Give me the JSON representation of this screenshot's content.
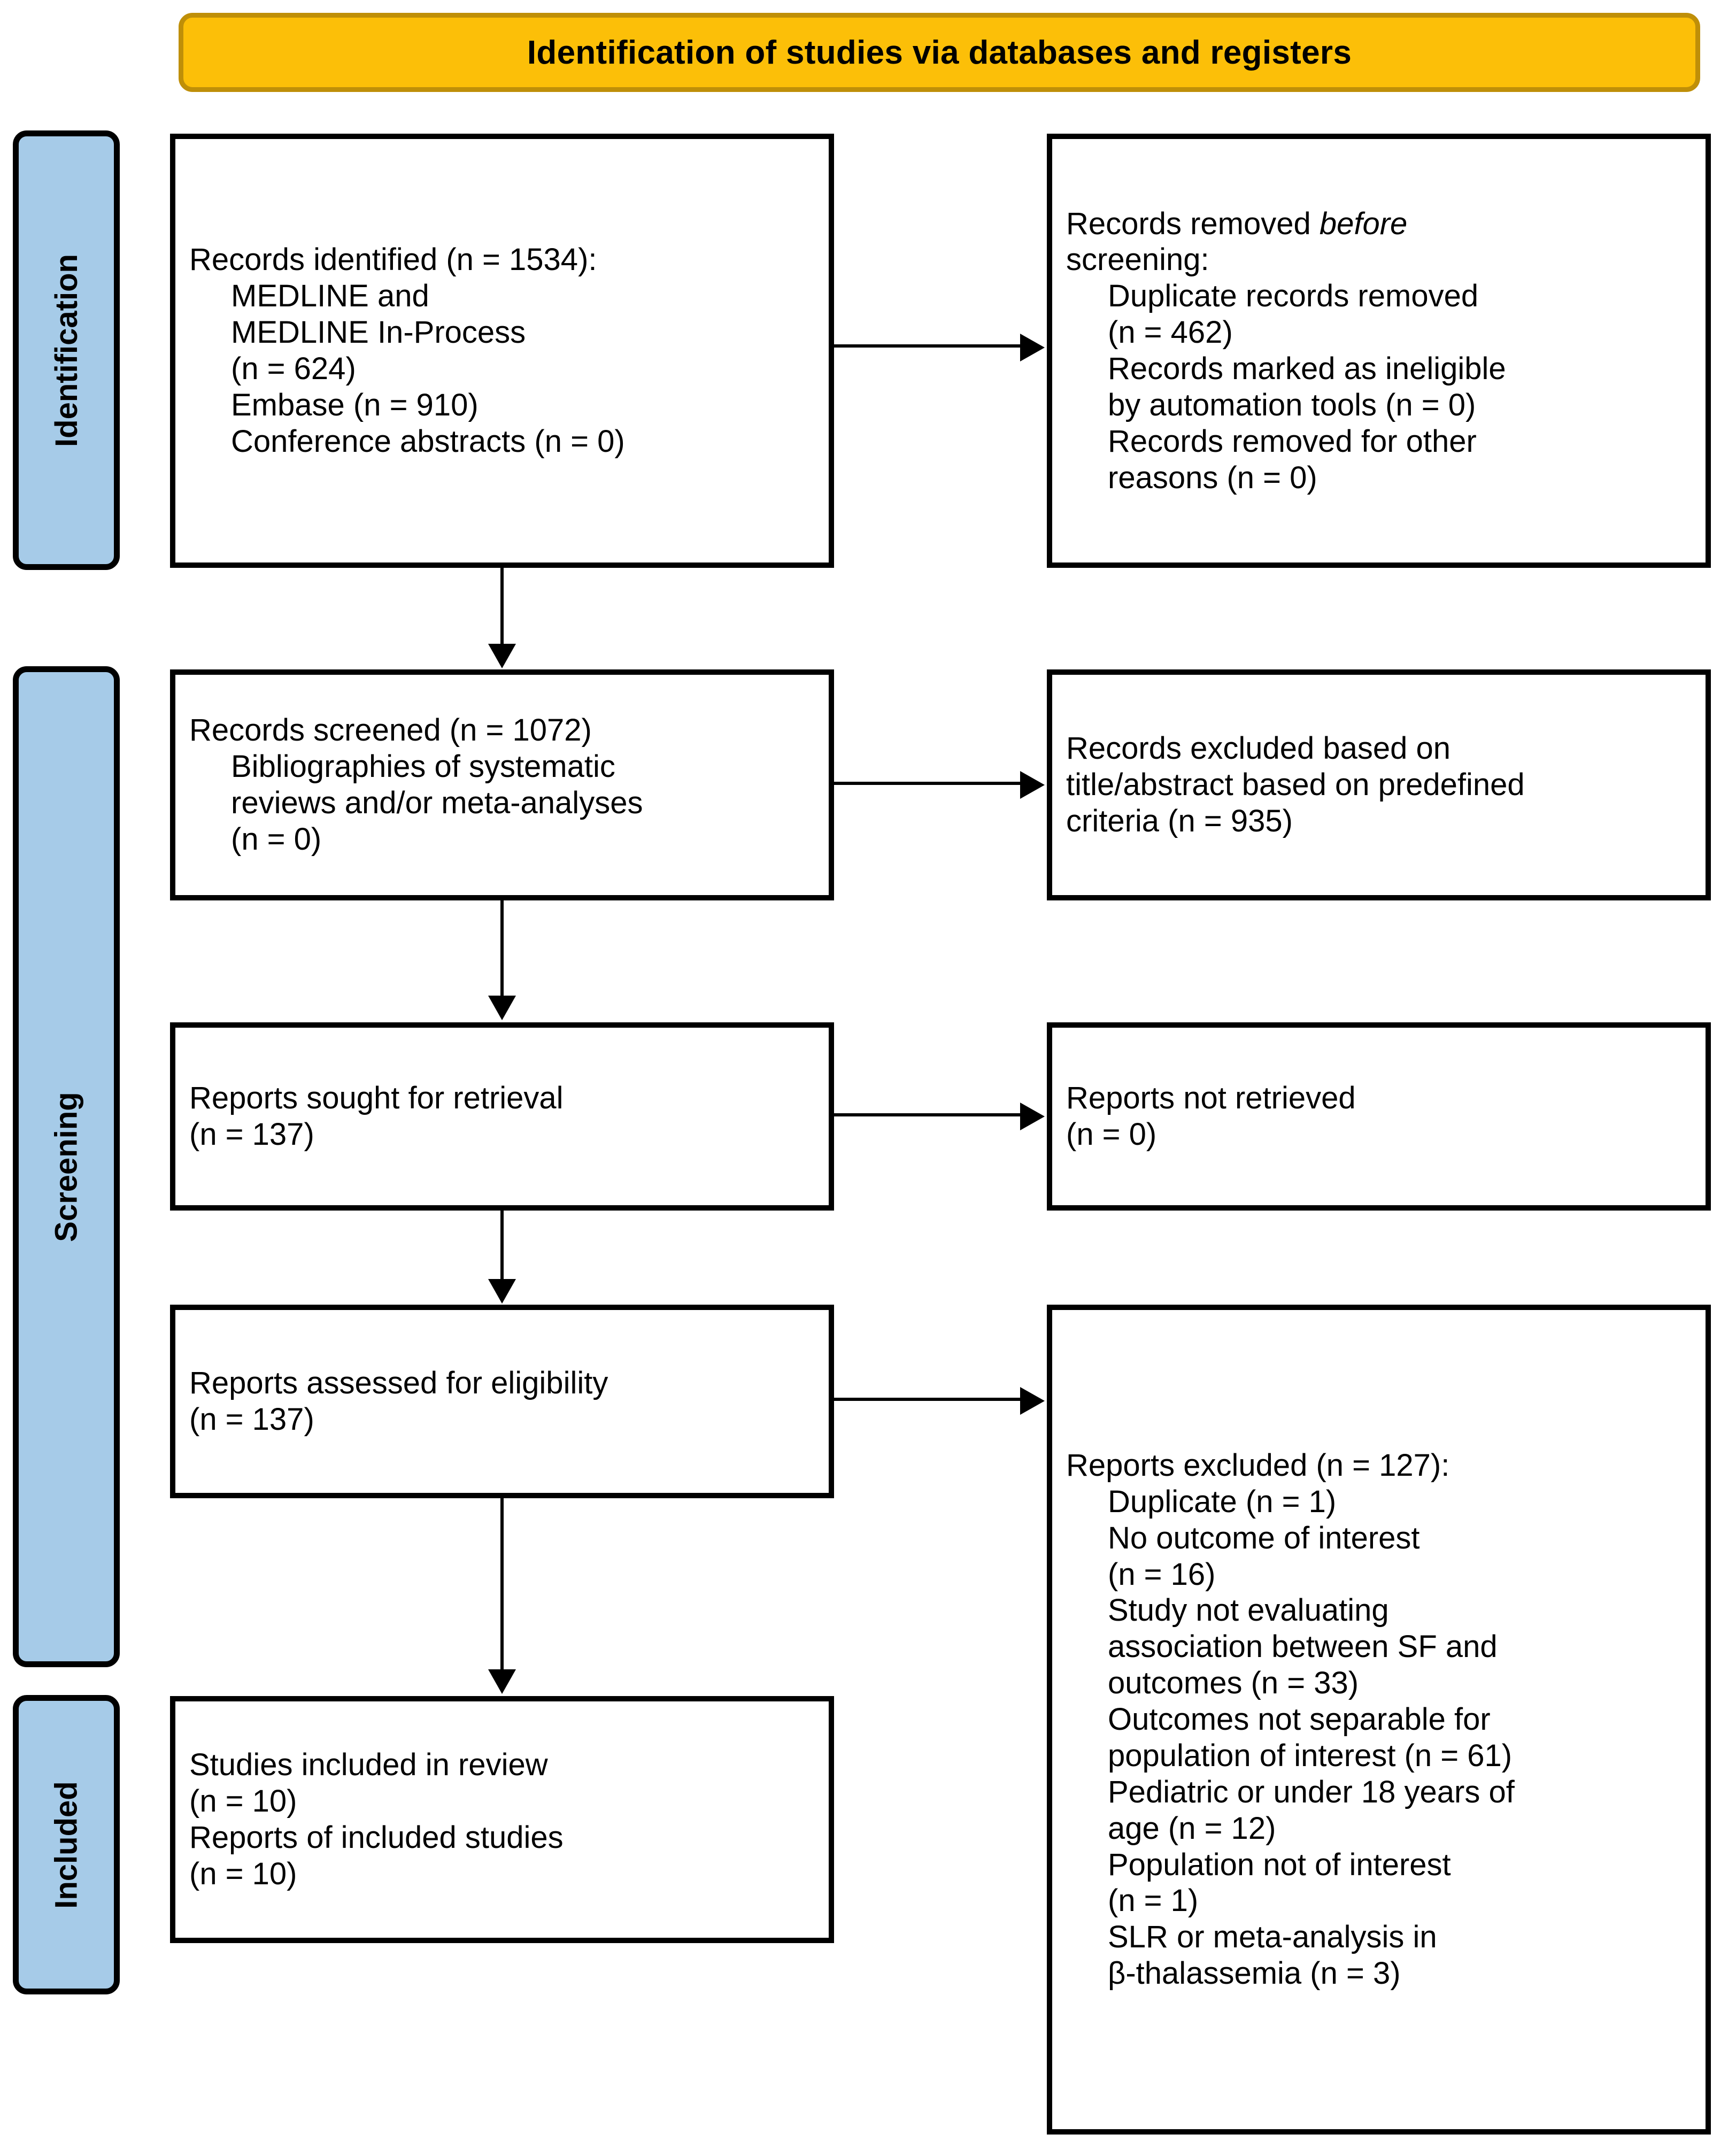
{
  "header": {
    "title": "Identification of studies via databases and registers",
    "fill_color": "#FCBF08",
    "border_color": "#BF8F08"
  },
  "stages": {
    "fill_color": "#A6CBE8",
    "items": [
      {
        "id": "identification",
        "label": "Identification"
      },
      {
        "id": "screening",
        "label": "Screening"
      },
      {
        "id": "included",
        "label": "Included"
      }
    ]
  },
  "boxes": {
    "identified": {
      "name": "Records identified",
      "lines": [
        {
          "text": "Records identified (n = 1534):",
          "indent": false
        },
        {
          "text": "MEDLINE and",
          "indent": true
        },
        {
          "text": "MEDLINE In-Process",
          "indent": true
        },
        {
          "text": "(n = 624)",
          "indent": true
        },
        {
          "text": "Embase (n = 910)",
          "indent": true
        },
        {
          "text": "Conference abstracts (n = 0)",
          "indent": true
        }
      ]
    },
    "removed_before": {
      "name": "Records removed before screening",
      "lines": [
        {
          "text": "Records removed before",
          "indent": false,
          "italic_word": "before"
        },
        {
          "text": "screening:",
          "indent": false
        },
        {
          "text": "Duplicate records removed",
          "indent": true
        },
        {
          "text": "(n = 462)",
          "indent": true
        },
        {
          "text": "Records marked as ineligible",
          "indent": true
        },
        {
          "text": "by automation tools (n = 0)",
          "indent": true
        },
        {
          "text": "Records removed for other",
          "indent": true
        },
        {
          "text": "reasons (n = 0)",
          "indent": true
        }
      ]
    },
    "screened": {
      "name": "Records screened",
      "lines": [
        {
          "text": "Records screened (n = 1072)",
          "indent": false
        },
        {
          "text": "Bibliographies of systematic",
          "indent": true
        },
        {
          "text": "reviews and/or meta-analyses",
          "indent": true
        },
        {
          "text": "(n = 0)",
          "indent": true
        }
      ]
    },
    "excluded_ta": {
      "name": "Records excluded based on title/abstract",
      "lines": [
        {
          "text": "Records excluded based on",
          "indent": false
        },
        {
          "text": "title/abstract based on predefined",
          "indent": false
        },
        {
          "text": "criteria (n = 935)",
          "indent": false
        }
      ]
    },
    "sought": {
      "name": "Reports sought for retrieval",
      "lines": [
        {
          "text": "Reports sought for retrieval",
          "indent": false
        },
        {
          "text": "(n = 137)",
          "indent": false
        }
      ]
    },
    "not_retrieved": {
      "name": "Reports not retrieved",
      "lines": [
        {
          "text": "Reports not retrieved",
          "indent": false
        },
        {
          "text": "(n = 0)",
          "indent": false
        }
      ]
    },
    "assessed": {
      "name": "Reports assessed for eligibility",
      "lines": [
        {
          "text": "Reports assessed for eligibility",
          "indent": false
        },
        {
          "text": "(n = 137)",
          "indent": false
        }
      ]
    },
    "reports_excluded": {
      "name": "Reports excluded",
      "lines": [
        {
          "text": "Reports excluded (n = 127):",
          "indent": false
        },
        {
          "text": "Duplicate (n = 1)",
          "indent": true
        },
        {
          "text": "No outcome of interest",
          "indent": true
        },
        {
          "text": "(n = 16)",
          "indent": true
        },
        {
          "text": "Study not evaluating",
          "indent": true
        },
        {
          "text": "association between SF and",
          "indent": true
        },
        {
          "text": "outcomes (n = 33)",
          "indent": true
        },
        {
          "text": "Outcomes not separable for",
          "indent": true
        },
        {
          "text": "population of interest (n = 61)",
          "indent": true
        },
        {
          "text": "Pediatric or under 18 years of",
          "indent": true
        },
        {
          "text": "age (n = 12)",
          "indent": true
        },
        {
          "text": "Population not of interest",
          "indent": true
        },
        {
          "text": "(n = 1)",
          "indent": true
        },
        {
          "text": "SLR or meta-analysis in",
          "indent": true
        },
        {
          "text": "β-thalassemia (n = 3)",
          "indent": true
        }
      ]
    },
    "included": {
      "name": "Studies included in review",
      "lines": [
        {
          "text": "Studies included in review",
          "indent": false
        },
        {
          "text": "(n = 10)",
          "indent": false
        },
        {
          "text": "Reports of included studies",
          "indent": false
        },
        {
          "text": "(n = 10)",
          "indent": false
        }
      ]
    }
  },
  "chart_data": {
    "type": "table",
    "title": "PRISMA 2020 flow diagram — Identification of studies via databases and registers",
    "stages": [
      "Identification",
      "Screening",
      "Included"
    ],
    "counts": {
      "records_identified_total": 1534,
      "medline_and_medline_in_process": 624,
      "embase": 910,
      "conference_abstracts": 0,
      "duplicate_records_removed": 462,
      "records_marked_ineligible_by_automation_tools": 0,
      "records_removed_other_reasons": 0,
      "records_screened": 1072,
      "bibliographies_of_systematic_reviews_or_meta_analyses": 0,
      "records_excluded_title_abstract": 935,
      "reports_sought_for_retrieval": 137,
      "reports_not_retrieved": 0,
      "reports_assessed_for_eligibility": 137,
      "reports_excluded_total": 127,
      "excluded_duplicate": 1,
      "excluded_no_outcome_of_interest": 16,
      "excluded_study_not_evaluating_association_sf_outcomes": 33,
      "excluded_outcomes_not_separable_population": 61,
      "excluded_pediatric_under_18": 12,
      "excluded_population_not_of_interest": 1,
      "excluded_slr_or_meta_analysis_beta_thalassemia": 3,
      "studies_included_in_review": 10,
      "reports_of_included_studies": 10
    }
  }
}
